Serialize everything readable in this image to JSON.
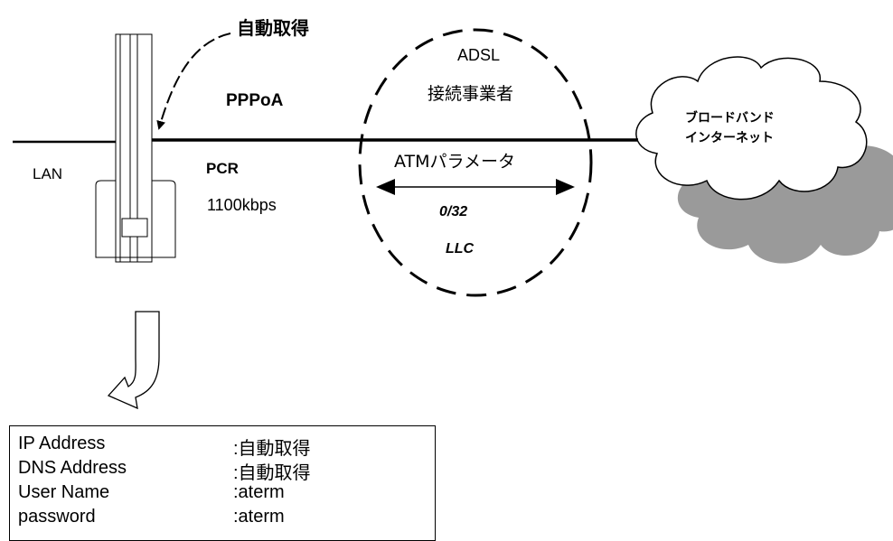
{
  "labels": {
    "auto_acquire": "自動取得",
    "pppoa": "PPPoA",
    "lan": "LAN",
    "pcr": "PCR",
    "pcr_value": "1100kbps",
    "adsl": "ADSL",
    "provider": "接続事業者",
    "atm_params": "ATMパラメータ",
    "vpi_vci": "0/32",
    "encap": "LLC",
    "cloud_line1": "ブロードバンド",
    "cloud_line2": "インターネット"
  },
  "settings": [
    {
      "key": "IP Address",
      "value": ":自動取得"
    },
    {
      "key": "DNS Address",
      "value": ":自動取得"
    },
    {
      "key": "User Name",
      "value": ":aterm"
    },
    {
      "key": "password",
      "value": ":aterm"
    }
  ],
  "colors": {
    "line": "#000000",
    "cloud_shadow": "#9a9a9a",
    "background": "#ffffff"
  }
}
